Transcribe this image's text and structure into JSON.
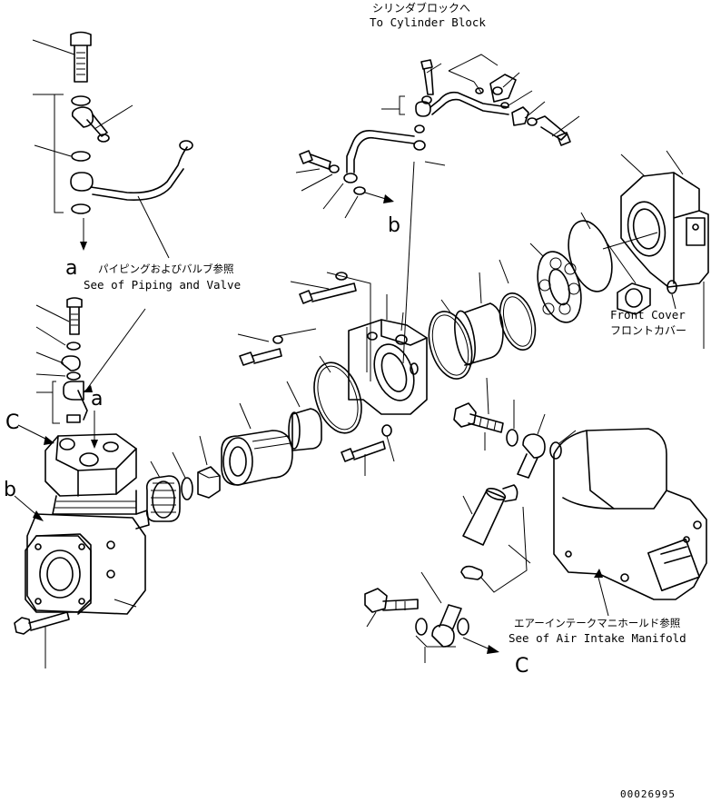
{
  "labels": {
    "to_cylinder_block_jp": "シリンダブロックへ",
    "to_cylinder_block_en": "To Cylinder Block",
    "piping_valve_jp": "パイピングおよびバルブ参照",
    "piping_valve_en": "See of Piping and Valve",
    "front_cover_en": "Front Cover",
    "front_cover_jp": "フロントカバー",
    "air_intake_jp": "エアーインテークマニホールド参照",
    "air_intake_en": "See of Air Intake Manifold",
    "drawing_number": "00026995"
  },
  "markers": {
    "a": "a",
    "b": "b",
    "c": "C"
  }
}
